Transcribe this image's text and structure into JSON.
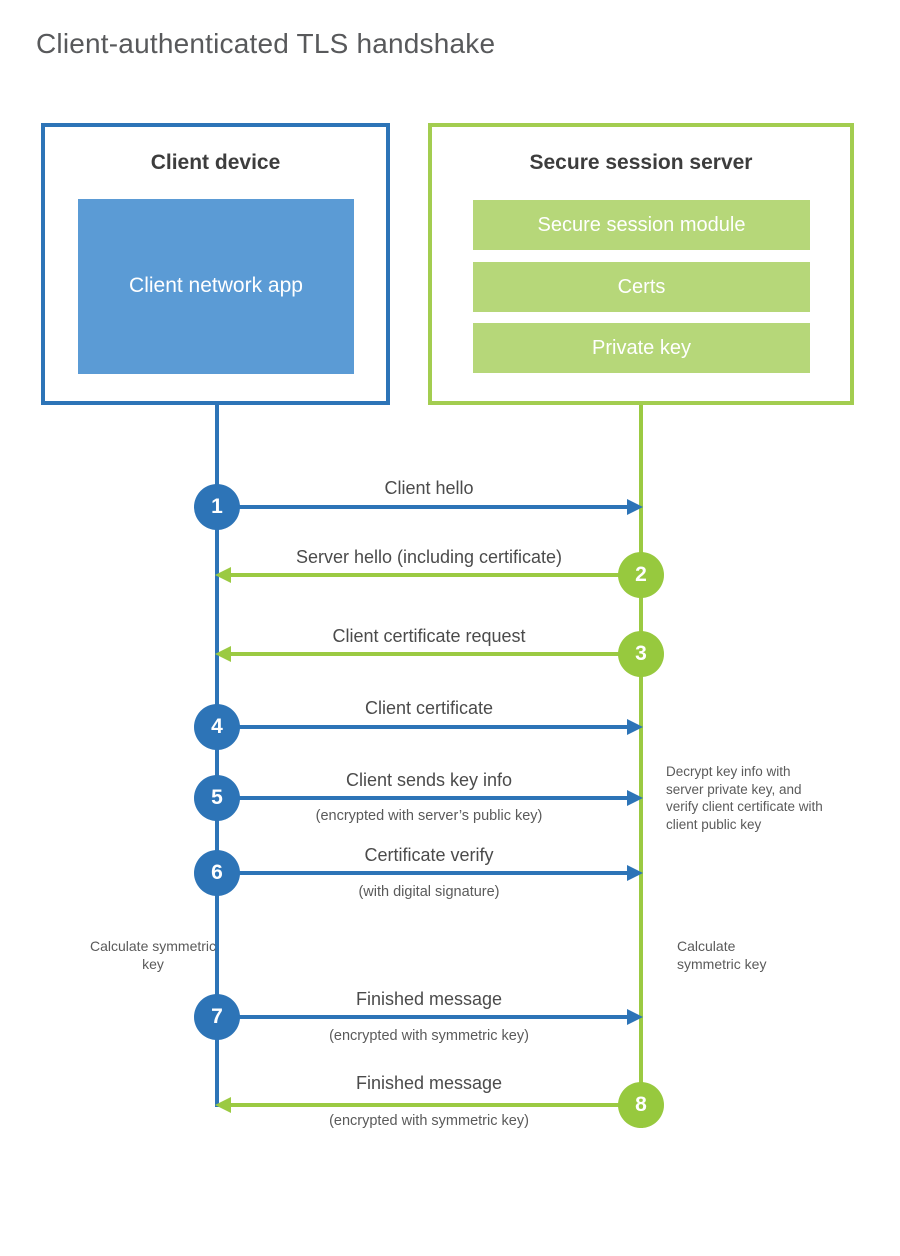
{
  "title": "Client-authenticated TLS handshake",
  "colors": {
    "blue": "#2d74b7",
    "blue_light": "#5b9bd5",
    "green": "#97c93e",
    "green_light": "#b6d779"
  },
  "client": {
    "title": "Client device",
    "app_label": "Client network app"
  },
  "server": {
    "title": "Secure session server",
    "modules": [
      "Secure session module",
      "Certs",
      "Private key"
    ]
  },
  "messages": [
    {
      "num": "1",
      "label": "Client hello",
      "sub": "",
      "from": "client"
    },
    {
      "num": "2",
      "label": "Server hello (including certificate)",
      "sub": "",
      "from": "server"
    },
    {
      "num": "3",
      "label": "Client certificate request",
      "sub": "",
      "from": "server"
    },
    {
      "num": "4",
      "label": "Client certificate",
      "sub": "",
      "from": "client"
    },
    {
      "num": "5",
      "label": "Client sends key info",
      "sub": "(encrypted with server’s public key)",
      "from": "client"
    },
    {
      "num": "6",
      "label": "Certificate verify",
      "sub": "(with digital signature)",
      "from": "client"
    },
    {
      "num": "7",
      "label": "Finished message",
      "sub": "(encrypted with symmetric key)",
      "from": "client"
    },
    {
      "num": "8",
      "label": "Finished message",
      "sub": "(encrypted with symmetric key)",
      "from": "server"
    }
  ],
  "notes": {
    "decrypt": "Decrypt key info with server private key, and verify client certificate with client public key",
    "calc_left": "Calculate symmetric key",
    "calc_right": "Calculate symmetric key"
  }
}
